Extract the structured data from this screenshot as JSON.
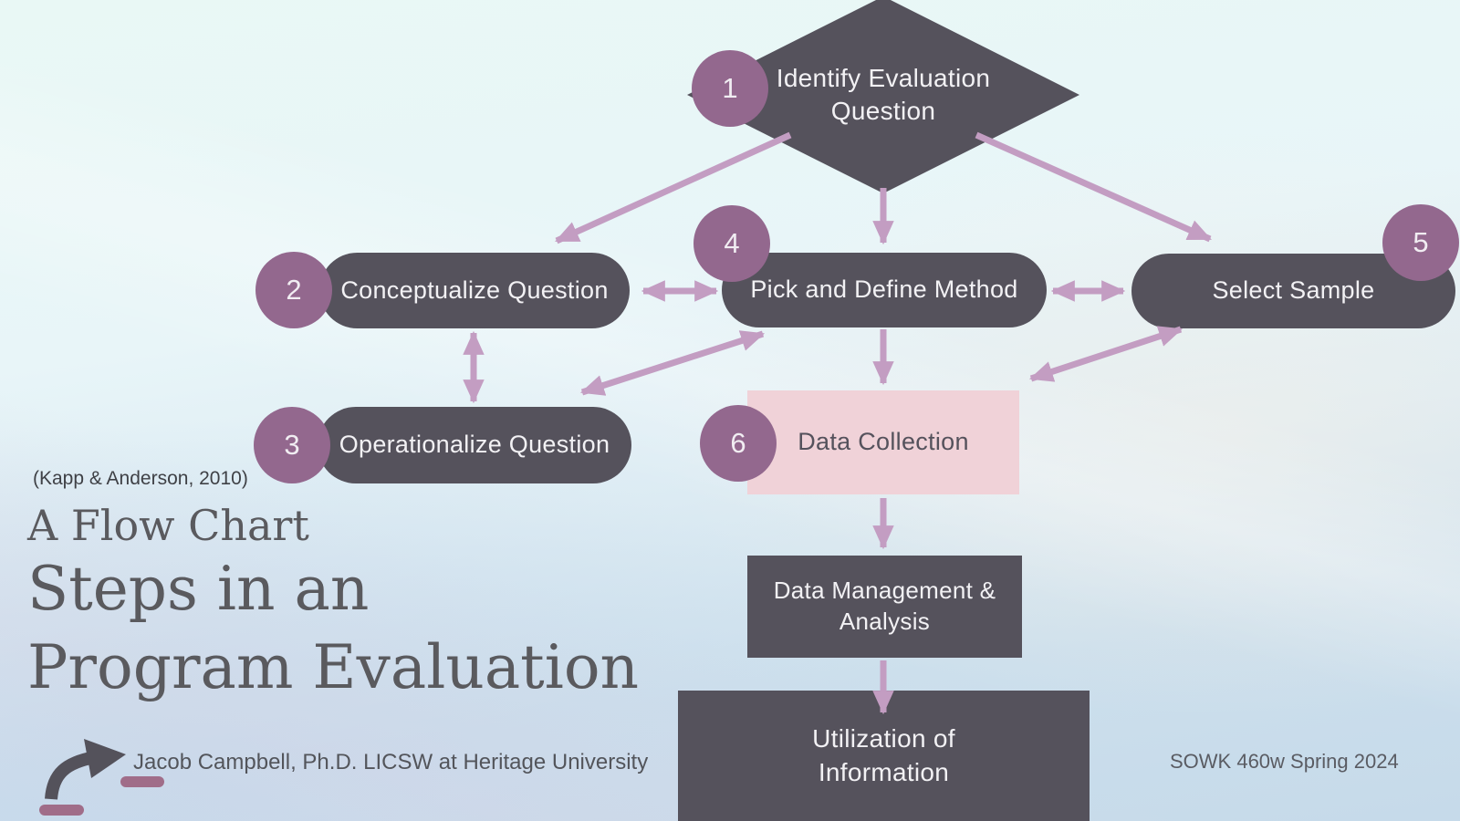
{
  "slide": {
    "citation": "(Kapp & Anderson, 2010)",
    "kicker": "A Flow Chart",
    "title_line1": "Steps in an",
    "title_line2": "Program Evaluation",
    "footer": {
      "author": "Jacob Campbell, Ph.D. LICSW at Heritage University",
      "course": "SOWK 460w Spring 2024"
    }
  },
  "flowchart": {
    "nodes": [
      {
        "id": "identify",
        "number": "1",
        "label": "Identify Evaluation Question",
        "shape": "diamond"
      },
      {
        "id": "conceptualize",
        "number": "2",
        "label": "Conceptualize Question",
        "shape": "pill"
      },
      {
        "id": "operationalize",
        "number": "3",
        "label": "Operationalize Question",
        "shape": "pill"
      },
      {
        "id": "pick-method",
        "number": "4",
        "label": "Pick and Define Method",
        "shape": "pill"
      },
      {
        "id": "select-sample",
        "number": "5",
        "label": "Select Sample",
        "shape": "pill"
      },
      {
        "id": "data-collection",
        "number": "6",
        "label": "Data Collection",
        "shape": "rect-pink"
      },
      {
        "id": "data-management",
        "label": "Data Management & Analysis",
        "shape": "rect"
      },
      {
        "id": "utilization",
        "label": "Utilization of Information",
        "shape": "rect"
      }
    ],
    "edges": [
      {
        "from": "identify",
        "to": "conceptualize",
        "direction": "one-way"
      },
      {
        "from": "identify",
        "to": "pick-method",
        "direction": "one-way"
      },
      {
        "from": "identify",
        "to": "select-sample",
        "direction": "one-way"
      },
      {
        "from": "conceptualize",
        "to": "pick-method",
        "direction": "two-way"
      },
      {
        "from": "pick-method",
        "to": "select-sample",
        "direction": "two-way"
      },
      {
        "from": "conceptualize",
        "to": "operationalize",
        "direction": "two-way"
      },
      {
        "from": "operationalize",
        "to": "pick-method",
        "direction": "two-way"
      },
      {
        "from": "pick-method",
        "to": "data-collection",
        "direction": "one-way"
      },
      {
        "from": "select-sample",
        "to": "data-collection",
        "direction": "two-way"
      },
      {
        "from": "data-collection",
        "to": "data-management",
        "direction": "one-way"
      },
      {
        "from": "data-management",
        "to": "utilization",
        "direction": "one-way"
      }
    ]
  },
  "colors": {
    "node_dark": "#55525c",
    "node_pink": "#f0d2d8",
    "circle": "#93688e",
    "arrow": "#c39dc2",
    "accent_dash": "#a06d89"
  }
}
